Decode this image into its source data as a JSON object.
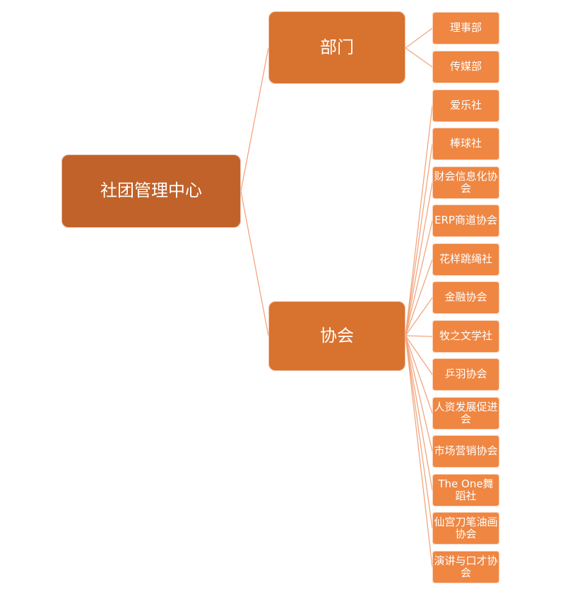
{
  "colors": {
    "root_fill": "#c0622a",
    "branch_fill": "#d8722f",
    "leaf_fill": "#ef8642",
    "connector": "#f2a67f"
  },
  "root": {
    "label": "社团管理中心"
  },
  "branches": [
    {
      "label": "部门",
      "children": [
        "理事部",
        "传媒部"
      ]
    },
    {
      "label": "协会",
      "children": [
        "爱乐社",
        "棒球社",
        "财会信息化协会",
        "ERP商道协会",
        "花样跳绳社",
        "金融协会",
        "牧之文学社",
        "乒羽协会",
        "人资发展促进会",
        "市场营销协会",
        "The One舞蹈社",
        "仙宫刀笔油画协会",
        "演讲与口才协会"
      ]
    }
  ]
}
